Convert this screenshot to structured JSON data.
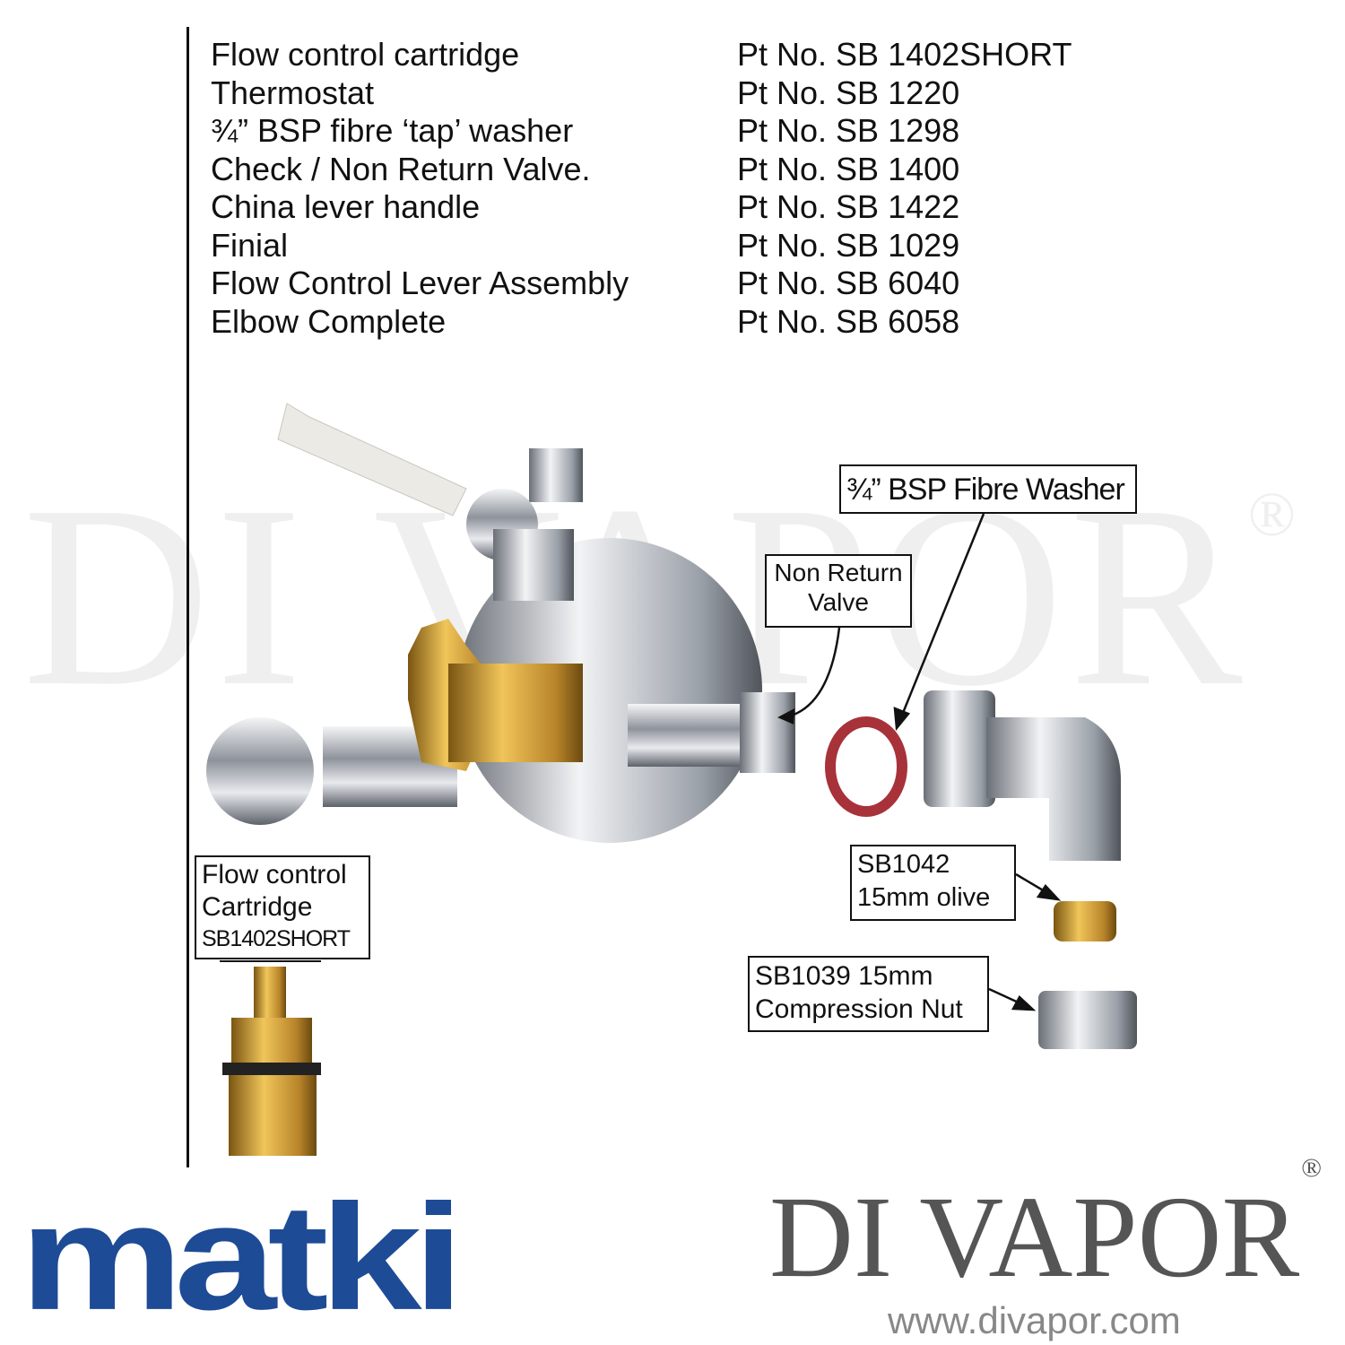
{
  "parts_list": [
    {
      "name": "Flow control cartridge",
      "part_no": "Pt No. SB 1402SHORT"
    },
    {
      "name": "Thermostat",
      "part_no": "Pt No. SB 1220"
    },
    {
      "name": "¾” BSP fibre ‘tap’ washer",
      "part_no": "Pt No. SB 1298"
    },
    {
      "name": "Check / Non Return Valve.",
      "part_no": "Pt No. SB 1400"
    },
    {
      "name": "China lever handle",
      "part_no": "Pt No. SB 1422"
    },
    {
      "name": "Finial",
      "part_no": "Pt No. SB 1029"
    },
    {
      "name": "Flow Control Lever Assembly",
      "part_no": "Pt No. SB 6040"
    },
    {
      "name": "Elbow Complete",
      "part_no": "Pt No. SB 6058"
    }
  ],
  "callouts": {
    "fibre_washer": "¾” BSP Fibre Washer",
    "non_return_1": "Non Return",
    "non_return_2": "Valve",
    "cartridge_1": "Flow control",
    "cartridge_2": "Cartridge",
    "cartridge_3": "SB1402SHORT",
    "olive_1": "SB1042",
    "olive_2": "15mm olive",
    "nut_1": "SB1039 15mm",
    "nut_2": "Compression Nut"
  },
  "watermark": {
    "text": "DI VAPOR",
    "reg": "®"
  },
  "footer": {
    "matki_logo": "matki",
    "divapor_logo": "DI VAPOR",
    "divapor_reg": "®",
    "url": "www.divapor.com"
  },
  "colors": {
    "matki_blue": "#1e4b95",
    "brass": "#c9982f",
    "chrome": "#b8bcc4",
    "washer_red": "#a8323a"
  }
}
